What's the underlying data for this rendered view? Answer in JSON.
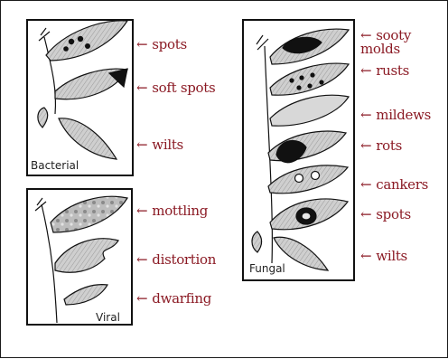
{
  "colors": {
    "label": "#8b1a24",
    "frame": "#1a1a1a",
    "leaf_fill": "#c9c9c9",
    "lesion": "#111111"
  },
  "arrow_glyph": "←",
  "panels": {
    "bacterial": {
      "caption": "Bacterial",
      "labels": [
        "spots",
        "soft spots",
        "wilts"
      ]
    },
    "viral": {
      "caption": "Viral",
      "labels": [
        "mottling",
        "distortion",
        "dwarfing"
      ]
    },
    "fungal": {
      "caption": "Fungal",
      "labels": [
        "sooty molds",
        "rusts",
        "mildews",
        "rots",
        "cankers",
        "spots",
        "wilts"
      ]
    }
  }
}
